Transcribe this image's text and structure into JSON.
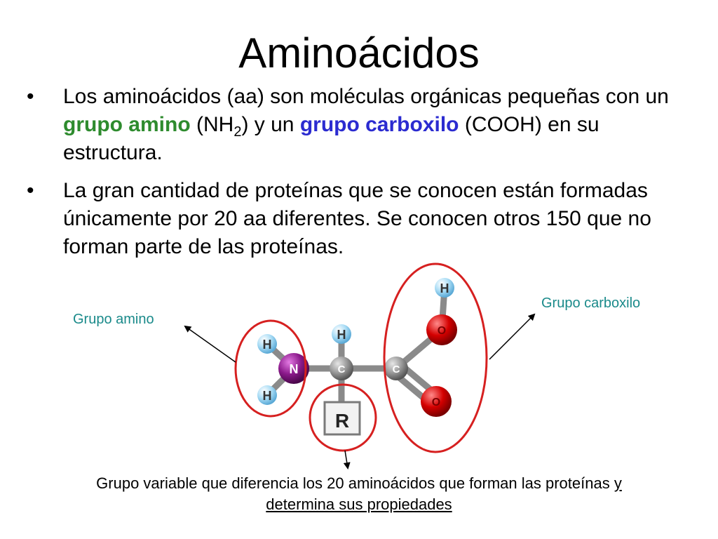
{
  "slide": {
    "title": "Aminoácidos",
    "bullets": [
      {
        "marker": "•",
        "parts": {
          "a": "Los  aminoácidos (aa) son moléculas orgánicas pequeñas con un ",
          "b": "grupo amino",
          "c": " (NH",
          "sub": "2",
          "d": ") y un ",
          "e": "grupo carboxilo",
          "f": " (COOH) en su estructura."
        }
      },
      {
        "marker": "•",
        "text": "La gran cantidad de proteínas que se conocen están formadas únicamente por 20 aa diferentes. Se conocen otros 150 que no forman parte de las proteínas."
      }
    ]
  },
  "diagram": {
    "label_amino": "Grupo amino",
    "label_carboxyl": "Grupo carboxilo",
    "atoms": {
      "n": "N",
      "c_alpha": "C",
      "c_carboxyl": "C",
      "h_amino_top": "H",
      "h_amino_bottom": "H",
      "h_alpha": "H",
      "o_hydroxyl": "O",
      "o_carbonyl": "O",
      "h_hydroxyl": "H",
      "r_group": "R"
    },
    "caption_line1_a": "Grupo variable que diferencia los 20 aminoácidos que forman las proteínas ",
    "caption_line1_b": "y",
    "caption_line2": "determina sus propiedades"
  },
  "colors": {
    "amino_label": "#1a8a8a",
    "green_term": "#2e8b2e",
    "blue_term": "#2b2bd0",
    "ellipse": "#d62020",
    "nitrogen": "#8b1a8b",
    "oxygen": "#d40000",
    "hydrogen": "#8fd0f0",
    "carbon": "#9a9a9a"
  }
}
